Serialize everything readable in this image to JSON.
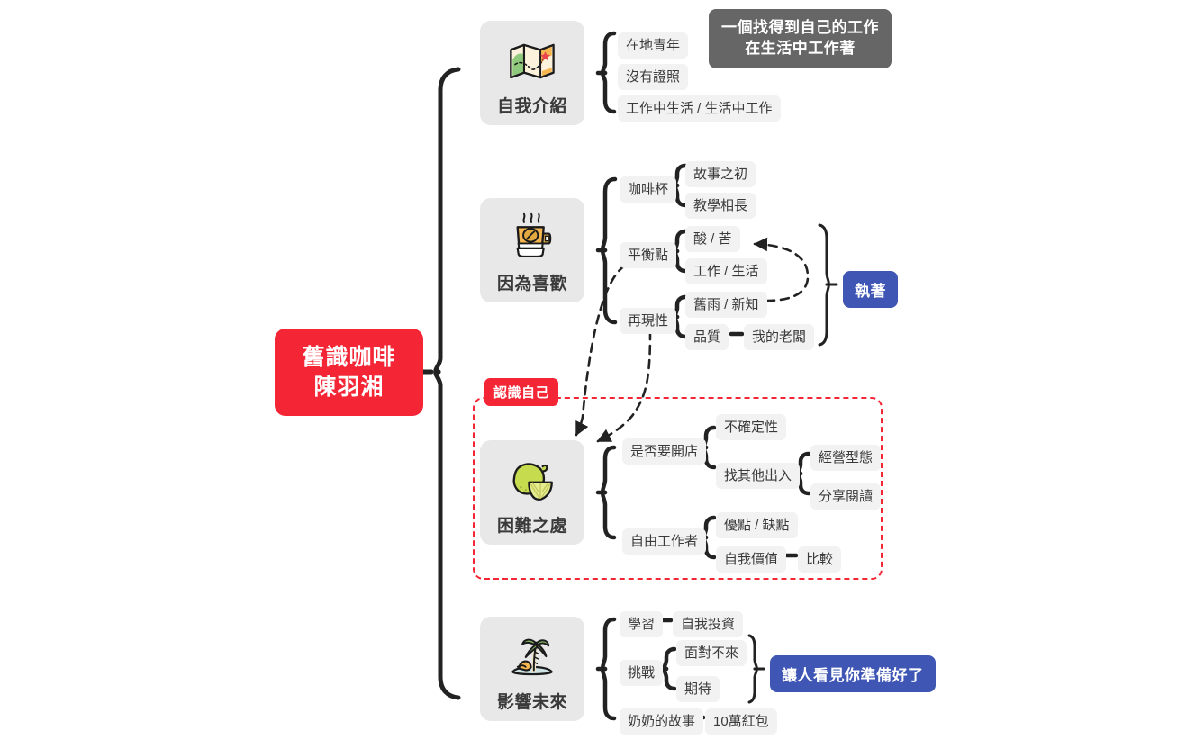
{
  "root": {
    "line1": "舊識咖啡",
    "line2": "陳羽湘",
    "color": "#f42534"
  },
  "branches": [
    {
      "id": "self-intro",
      "title": "自我介紹",
      "icon": "map-icon",
      "children": [
        "在地青年",
        "沒有證照",
        "工作中生活 / 生活中工作"
      ]
    },
    {
      "id": "because-like",
      "title": "因為喜歡",
      "icon": "coffee-cup-icon",
      "children": [
        "咖啡杯",
        "平衡點",
        "再現性"
      ],
      "grandchildren": [
        "故事之初",
        "教學相長",
        "酸 / 苦",
        "工作 / 生活",
        "舊雨 / 新知",
        "品質",
        "我的老闆"
      ]
    },
    {
      "id": "difficulties",
      "title": "困難之處",
      "icon": "lemon-icon",
      "children": [
        "是否要開店",
        "自由工作者"
      ],
      "grandchildren": [
        "不確定性",
        "找其他出入",
        "經營型態",
        "分享閱讀",
        "優點 / 缺點",
        "自我價值",
        "比較"
      ]
    },
    {
      "id": "future-impact",
      "title": "影響未來",
      "icon": "island-icon",
      "children": [
        "學習",
        "挑戰",
        "奶奶的故事"
      ],
      "grandchildren": [
        "自我投資",
        "面對不來",
        "期待",
        "10萬紅包"
      ]
    }
  ],
  "callouts": {
    "gray_line1": "一個找得到自己的工作",
    "gray_line2": "在生活中工作著",
    "gray_color": "#666666",
    "badge_persistence": "執著",
    "badge_ready": "讓人看見你準備好了",
    "badge_color": "#3f56b5"
  },
  "group": {
    "tab_label": "認識自己",
    "border_color": "#f42534"
  },
  "leaves": {
    "b1_c1": "在地青年",
    "b1_c2": "沒有證照",
    "b1_c3": "工作中生活 / 生活中工作",
    "b2_c1": "咖啡杯",
    "b2_c1_g1": "故事之初",
    "b2_c1_g2": "教學相長",
    "b2_c2": "平衡點",
    "b2_c2_g1": "酸 / 苦",
    "b2_c2_g2": "工作 / 生活",
    "b2_c3": "再現性",
    "b2_c3_g1": "舊雨 / 新知",
    "b2_c3_g2": "品質",
    "b2_c3_g2_x": "我的老闆",
    "b3_c1": "是否要開店",
    "b3_c1_g1": "不確定性",
    "b3_c1_g2": "找其他出入",
    "b3_c1_g2_x1": "經營型態",
    "b3_c1_g2_x2": "分享閱讀",
    "b3_c2": "自由工作者",
    "b3_c2_g1": "優點 / 缺點",
    "b3_c2_g2": "自我價值",
    "b3_c2_g2_x": "比較",
    "b4_c1": "學習",
    "b4_c1_g1": "自我投資",
    "b4_c2": "挑戰",
    "b4_c2_g1": "面對不來",
    "b4_c2_g2": "期待",
    "b4_c3": "奶奶的故事",
    "b4_c3_g1": "10萬紅包"
  }
}
